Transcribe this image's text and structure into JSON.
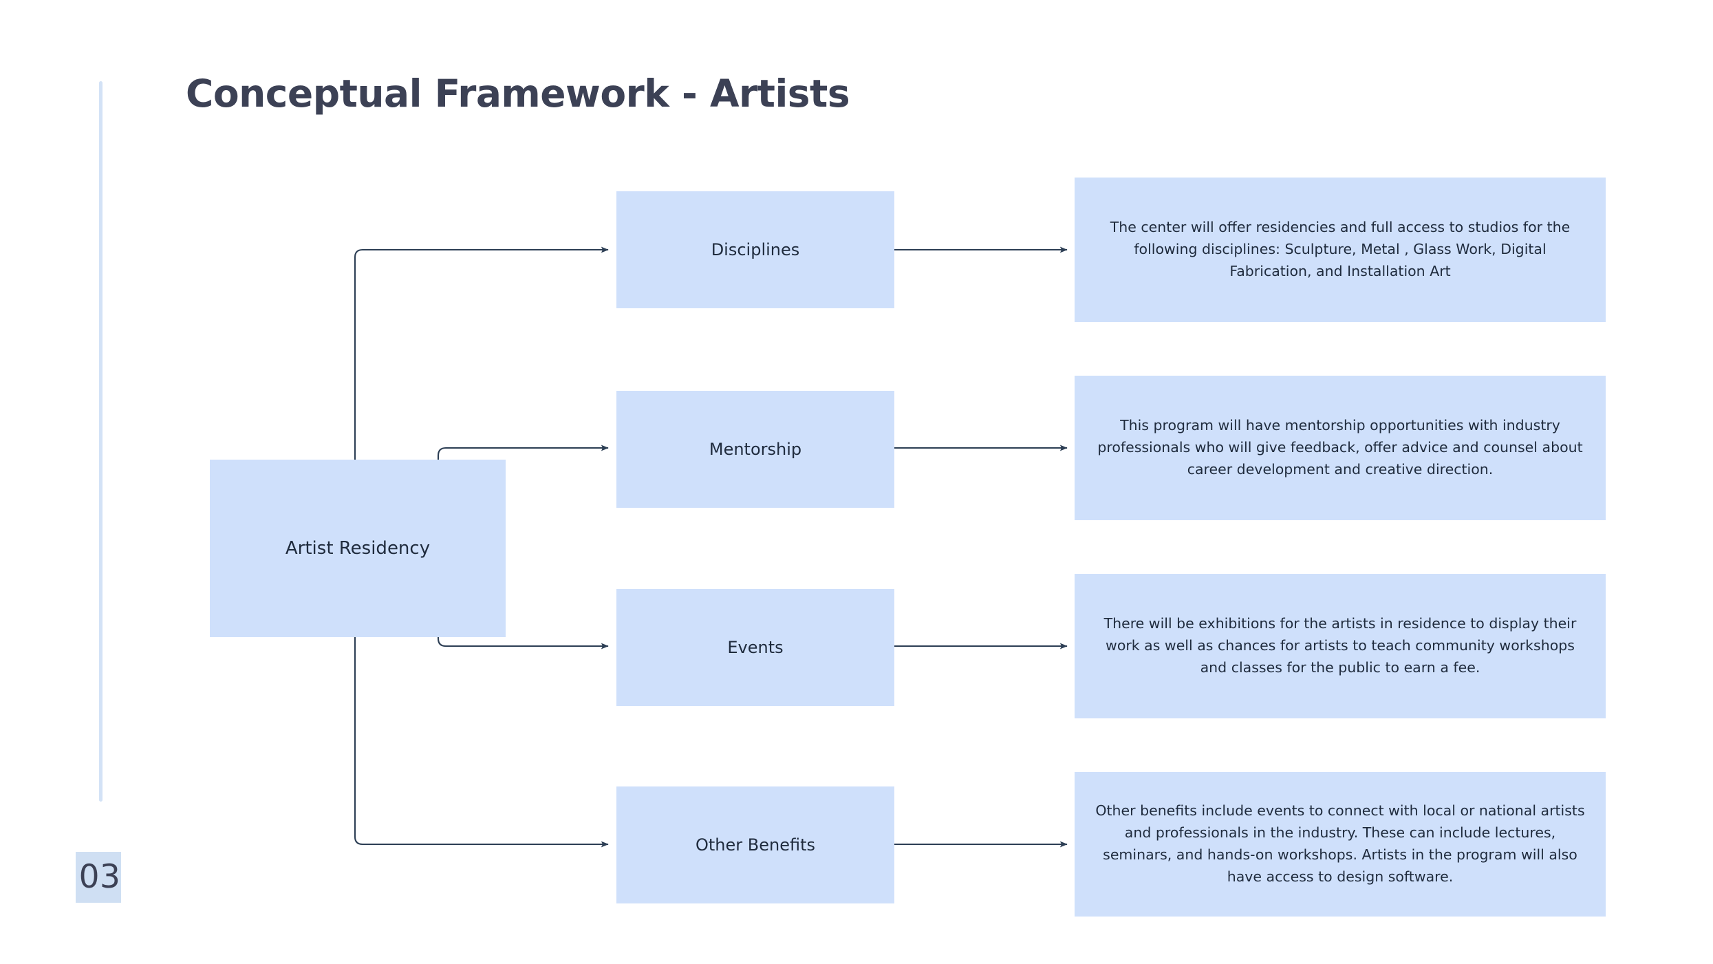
{
  "slide": {
    "title": "Conceptual Framework - Artists",
    "page_number": "03",
    "accent_color": "#d3e2f6",
    "node_fill_color": "#cfe0fb",
    "node_text_color": "#1f2b3d",
    "title_color": "#3c4155",
    "connector_color": "#2c3e54"
  },
  "diagram": {
    "type": "flowchart",
    "root": {
      "label": "Artist Residency"
    },
    "branches": [
      {
        "label": "Disciplines",
        "description": "The center will offer residencies and full access to studios for the following disciplines: Sculpture, Metal , Glass Work, Digital Fabrication, and Installation Art"
      },
      {
        "label": "Mentorship",
        "description": "This program will have mentorship opportunities with industry professionals who will give feedback, offer advice and counsel about career development and creative direction."
      },
      {
        "label": "Events",
        "description": "There will be exhibitions for the artists in residence to display their work as well as chances for artists to teach community workshops and classes for the public to earn a fee."
      },
      {
        "label": "Other Benefits",
        "description": "Other benefits include events to connect with local or national artists and professionals in the industry. These can include lectures, seminars, and hands-on workshops. Artists in the program will also have access to design software."
      }
    ]
  }
}
